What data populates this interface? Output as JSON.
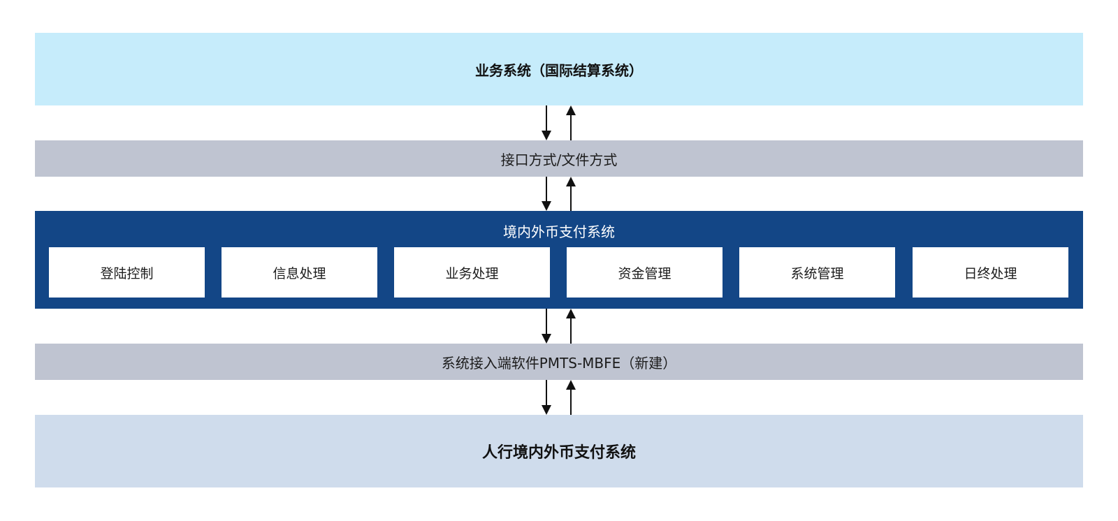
{
  "business_system": {
    "label": "业务系统（国际结算系统）"
  },
  "interface_layer": {
    "label": "接口方式/文件方式"
  },
  "core_system": {
    "title": "境内外币支付系统",
    "modules": [
      "登陆控制",
      "信息处理",
      "业务处理",
      "资金管理",
      "系统管理",
      "日终处理"
    ]
  },
  "access_layer": {
    "label": "系统接入端软件PMTS-MBFE（新建）"
  },
  "pboc_system": {
    "label": "人行境内外币支付系统"
  },
  "colors": {
    "business_bg": "#c6ecfb",
    "layer_bg": "#bfc4d1",
    "core_bg": "#134686",
    "pboc_bg": "#cfdcec",
    "arrow": "#111111"
  }
}
